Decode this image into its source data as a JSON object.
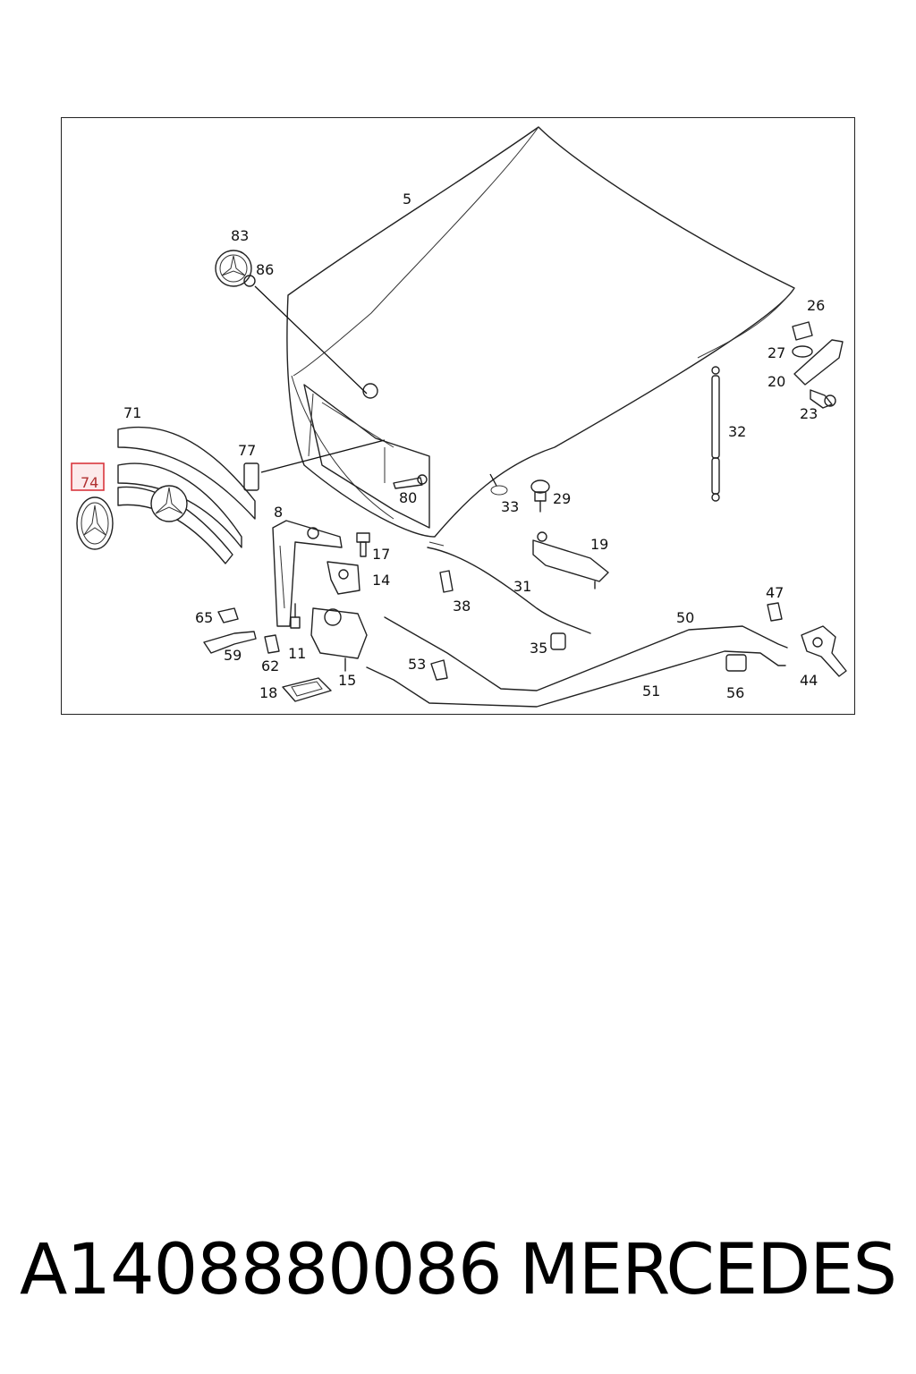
{
  "diagram": {
    "highlighted_label": "74",
    "callouts": [
      "5",
      "83",
      "86",
      "26",
      "27",
      "20",
      "23",
      "71",
      "77",
      "80",
      "33",
      "29",
      "32",
      "8",
      "17",
      "14",
      "19",
      "31",
      "38",
      "65",
      "11",
      "59",
      "62",
      "53",
      "35",
      "15",
      "18",
      "50",
      "47",
      "51",
      "56",
      "44"
    ]
  },
  "caption": {
    "part_number": "A1408880086",
    "brand": "MERCEDES"
  },
  "colors": {
    "highlight": "#d9363e",
    "line": "#222222"
  }
}
